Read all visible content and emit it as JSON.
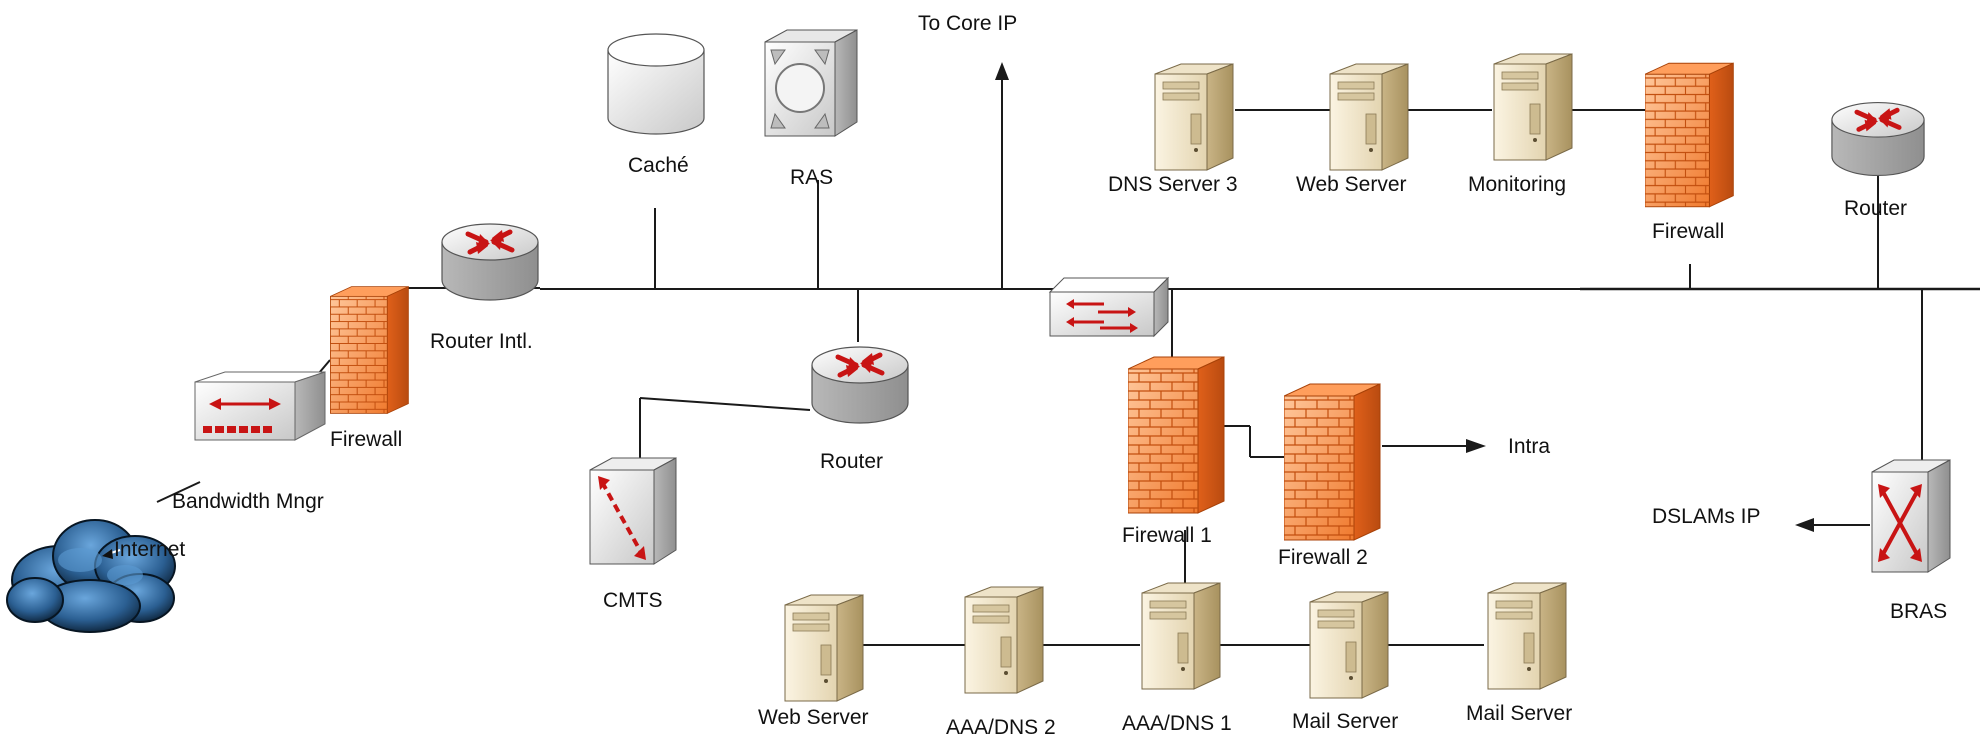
{
  "labels": {
    "to_core_ip": "To Core IP",
    "cache": "Caché",
    "ras": "RAS",
    "dns_server_3": "DNS Server 3",
    "web_server_top": "Web Server",
    "monitoring": "Monitoring",
    "firewall_top": "Firewall",
    "router_right": "Router",
    "router_intl": "Router Intl.",
    "firewall_left": "Firewall",
    "bandwidth_mngr": "Bandwidth Mngr",
    "internet": "Internet",
    "router_mid": "Router",
    "cmts": "CMTS",
    "firewall_1": "Firewall 1",
    "firewall_2": "Firewall 2",
    "intra": "Intra",
    "dslams_ip": "DSLAMs IP",
    "bras": "BRAS",
    "web_server_bottom": "Web Server",
    "aaa_dns_2": "AAA/DNS 2",
    "aaa_dns_1": "AAA/DNS 1",
    "mail_server_1": "Mail Server",
    "mail_server_2": "Mail Server"
  },
  "colors": {
    "line": "#1a1a1a",
    "firewall_light": "#ffb27a",
    "firewall_dark": "#e8651f",
    "server_light": "#f3ead4",
    "server_dark": "#cbb78b",
    "device_light": "#ffffff",
    "device_dark": "#bcbcbc",
    "arrow_red": "#d11a1a",
    "cloud_dark": "#0f2a45",
    "cloud_light": "#4f8fc7"
  },
  "icons": [
    "firewall-icon",
    "server-icon",
    "router-icon",
    "switch-icon",
    "bandwidth-manager-icon",
    "cmts-icon",
    "bras-icon",
    "ras-icon",
    "cache-disk-icon",
    "cloud-icon"
  ]
}
